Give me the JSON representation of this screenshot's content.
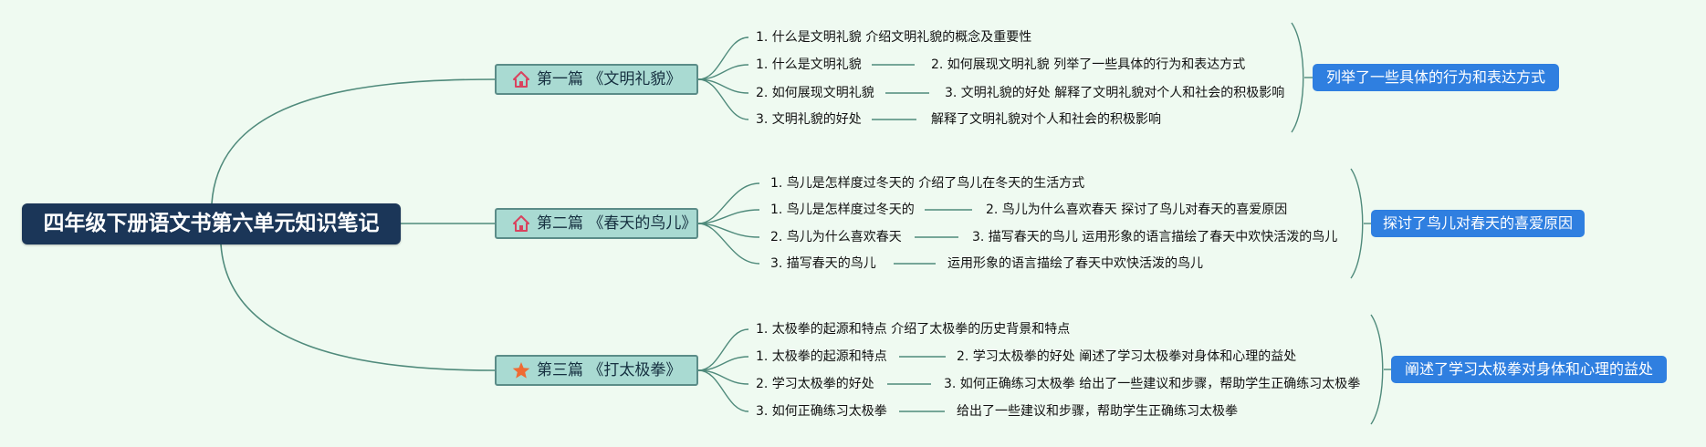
{
  "root": {
    "title": "四年级下册语文书第六单元知识笔记"
  },
  "sections": [
    {
      "title": "第一篇 《文明礼貌》",
      "icon": "home-icon",
      "icon_color": "#d9425e",
      "items": [
        {
          "text": "1. 什么是文明礼貌 介绍文明礼貌的概念及重要性"
        },
        {
          "text": "1. 什么是文明礼貌",
          "detail": "2. 如何展现文明礼貌 列举了一些具体的行为和表达方式"
        },
        {
          "text": "2. 如何展现文明礼貌",
          "detail": "3. 文明礼貌的好处 解释了文明礼貌对个人和社会的积极影响"
        },
        {
          "text": "3. 文明礼貌的好处",
          "detail": "解释了文明礼貌对个人和社会的积极影响"
        }
      ],
      "summary": "列举了一些具体的行为和表达方式"
    },
    {
      "title": "第二篇 《春天的鸟儿》",
      "icon": "home-icon",
      "icon_color": "#d9425e",
      "items": [
        {
          "text": "1. 鸟儿是怎样度过冬天的 介绍了鸟儿在冬天的生活方式"
        },
        {
          "text": "1. 鸟儿是怎样度过冬天的",
          "detail": "2. 鸟儿为什么喜欢春天 探讨了鸟儿对春天的喜爱原因"
        },
        {
          "text": "2. 鸟儿为什么喜欢春天",
          "detail": "3. 描写春天的鸟儿 运用形象的语言描绘了春天中欢快活泼的鸟儿"
        },
        {
          "text": "3. 描写春天的鸟儿",
          "detail": "运用形象的语言描绘了春天中欢快活泼的鸟儿"
        }
      ],
      "summary": "探讨了鸟儿对春天的喜爱原因"
    },
    {
      "title": "第三篇 《打太极拳》",
      "icon": "star-icon",
      "icon_color": "#ef6a33",
      "items": [
        {
          "text": "1. 太极拳的起源和特点 介绍了太极拳的历史背景和特点"
        },
        {
          "text": "1. 太极拳的起源和特点",
          "detail": "2. 学习太极拳的好处 阐述了学习太极拳对身体和心理的益处"
        },
        {
          "text": "2. 学习太极拳的好处",
          "detail": "3. 如何正确练习太极拳 给出了一些建议和步骤，帮助学生正确练习太极拳"
        },
        {
          "text": "3. 如何正确练习太极拳",
          "detail": "给出了一些建议和步骤，帮助学生正确练习太极拳"
        }
      ],
      "summary": "阐述了学习太极拳对身体和心理的益处"
    }
  ],
  "colors": {
    "connector": "#4f8a7b",
    "topic_fill": "#a9dad2",
    "root_fill": "#1b3658",
    "summary_fill": "#2f7fe0"
  }
}
